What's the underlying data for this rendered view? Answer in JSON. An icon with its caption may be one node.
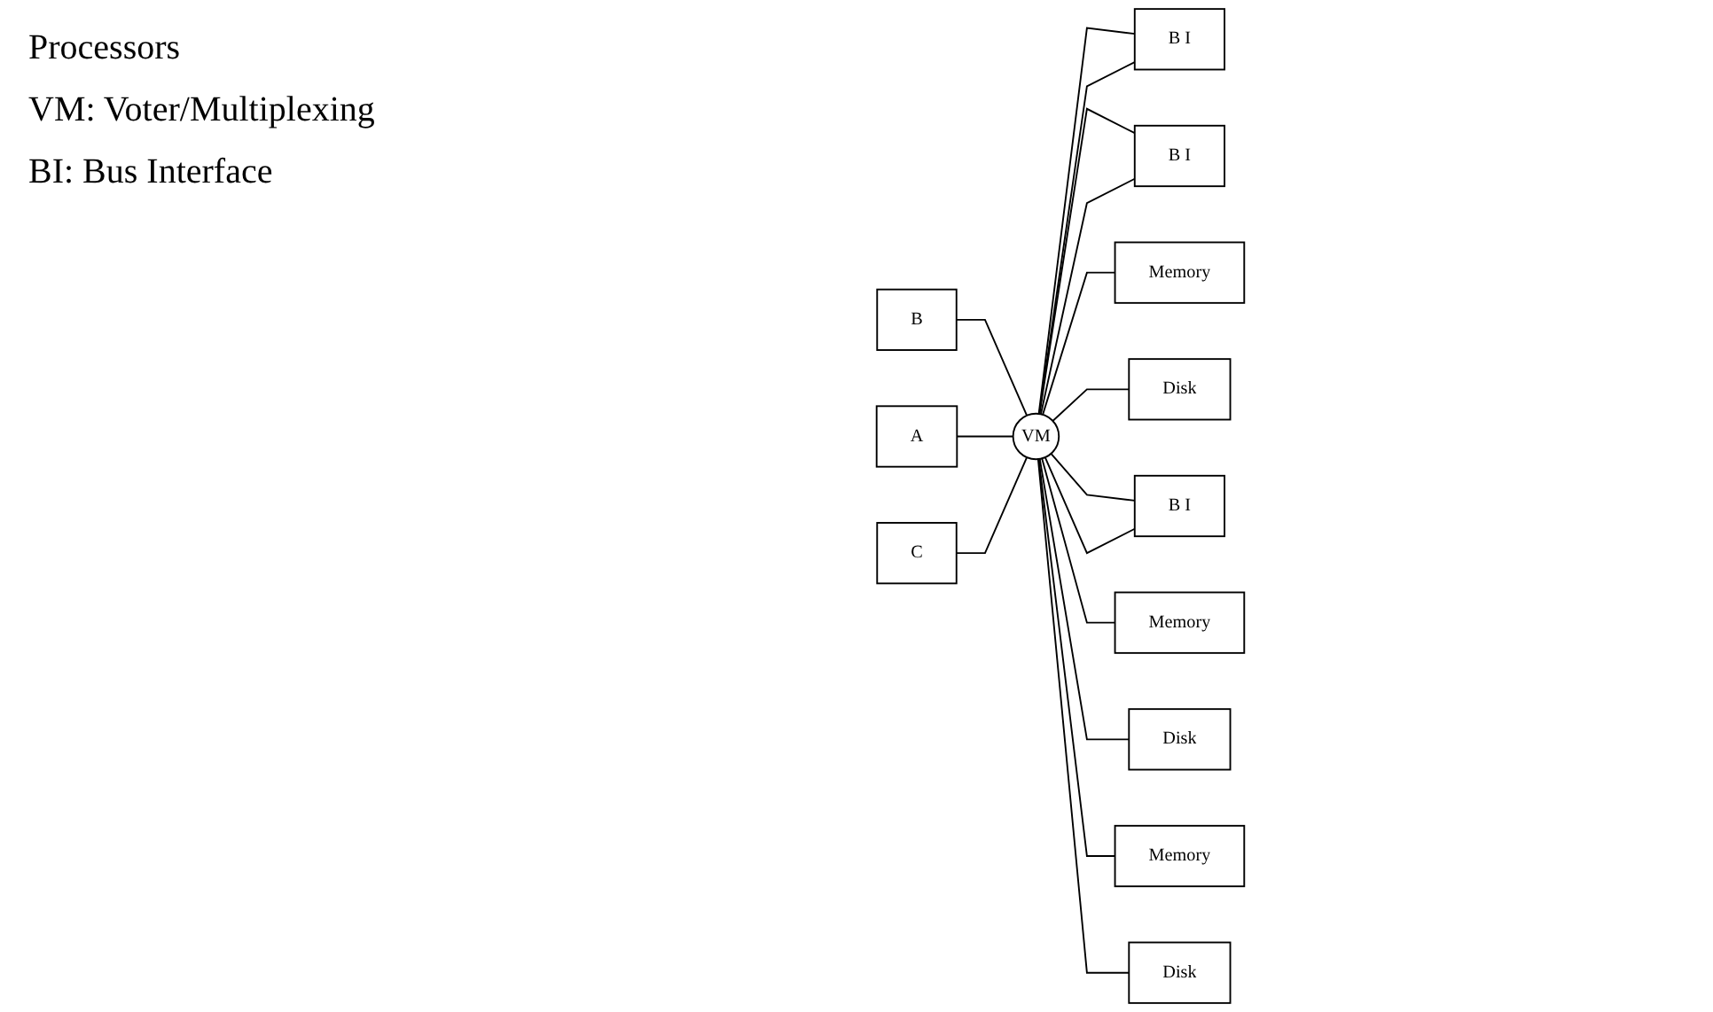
{
  "diagram": {
    "nodes": [
      {
        "text": [
          "B"
        ]
      },
      {
        "text": [
          "A"
        ]
      },
      {
        "text": [
          "C"
        ]
      },
      {
        "text": [
          "VM"
        ]
      },
      {
        "text": [
          "B I"
        ]
      },
      {
        "text": [
          "B I"
        ]
      },
      {
        "text": [
          "Memory"
        ]
      },
      {
        "text": [
          "Disk"
        ]
      },
      {
        "text": [
          "B I"
        ]
      },
      {
        "text": [
          "Memory"
        ]
      },
      {
        "text": [
          "Disk"
        ]
      },
      {
        "text": [
          "Memory"
        ]
      },
      {
        "text": [
          "Disk"
        ]
      }
    ],
    "edges": [
      {
        "from": 0,
        "to": 3,
        "arrow": "none"
      },
      {
        "from": 1,
        "to": 3,
        "arrow": "none"
      },
      {
        "from": 2,
        "to": 3,
        "arrow": "none"
      },
      {
        "from": 3,
        "to": 4,
        "arrow": "none"
      },
      {
        "from": 3,
        "to": 5,
        "arrow": "none"
      },
      {
        "from": 3,
        "to": 6,
        "arrow": "none"
      },
      {
        "from": 3,
        "to": 7,
        "arrow": "none"
      },
      {
        "from": 3,
        "to": 4,
        "arrow": "none"
      },
      {
        "from": 3,
        "to": 8,
        "arrow": "none"
      },
      {
        "from": 3,
        "to": 9,
        "arrow": "none"
      },
      {
        "from": 3,
        "to": 10,
        "arrow": "none"
      },
      {
        "from": 3,
        "to": 8,
        "arrow": "none"
      },
      {
        "from": 3,
        "to": 5,
        "arrow": "none"
      },
      {
        "from": 3,
        "to": 11,
        "arrow": "none"
      },
      {
        "from": 3,
        "to": 12,
        "arrow": "none"
      }
    ],
    "labels": [
      "Processors",
      "VM: Voter/Multiplexing",
      "BI: Bus Interface"
    ]
  }
}
